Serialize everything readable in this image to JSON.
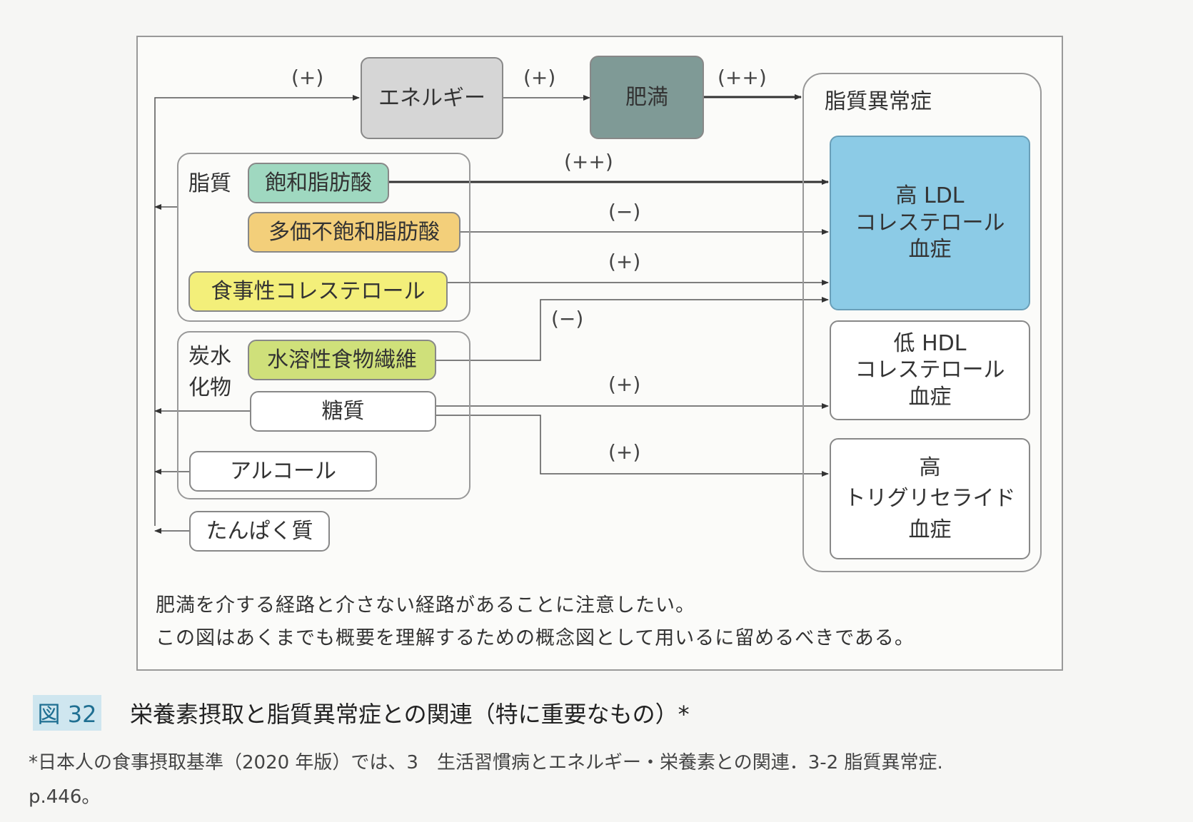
{
  "diagram": {
    "nodes": {
      "energy": "エネルギー",
      "obesity": "肥満",
      "dyslipidemia": "脂質異常症",
      "lipid_group": "脂質",
      "sfa": "飽和脂肪酸",
      "pufa": "多価不飽和脂肪酸",
      "dietary_cholesterol": "食事性コレステロール",
      "carb_group": "炭水\n化物",
      "fiber": "水溶性食物繊維",
      "sugar": "糖質",
      "alcohol": "アルコール",
      "protein": "たんぱく質",
      "high_ldl": "高 LDL\nコレステロール\n血症",
      "low_hdl": "低 HDL\nコレステロール\n血症",
      "high_tg": "高\nトリグリセライド\n血症"
    },
    "edge_labels": {
      "to_energy": "(+)",
      "energy_to_obesity": "(+)",
      "obesity_to_dyslipidemia": "(++)",
      "sfa_to_ldl": "(++)",
      "pufa_to_ldl": "(−)",
      "cholesterol_to_ldl": "(+)",
      "fiber_to_ldl": "(−)",
      "sugar_to_hdl": "(+)",
      "sugar_to_tg": "(+)"
    },
    "notes": [
      "肥満を介する経路と介さない経路があることに注意したい。",
      "この図はあくまでも概要を理解するための概念図として用いるに留めるべきである。"
    ]
  },
  "caption": {
    "number": "図 32",
    "title": "栄養素摂取と脂質異常症との関連（特に重要なもの）*"
  },
  "footnote": {
    "line1": "*日本人の食事摂取基準（2020 年版）では、3　生活習慣病とエネルギー・栄養素との関連．3-2 脂質異常症.",
    "line2": "p.446。"
  },
  "colors": {
    "energy": "#d6d6d6",
    "obesity": "#7f9a96",
    "sfa": "#9fd8c0",
    "pufa": "#f3cf7a",
    "cholesterol": "#f3ef7a",
    "fiber": "#cfe07a",
    "high_ldl": "#8ccbe6"
  }
}
